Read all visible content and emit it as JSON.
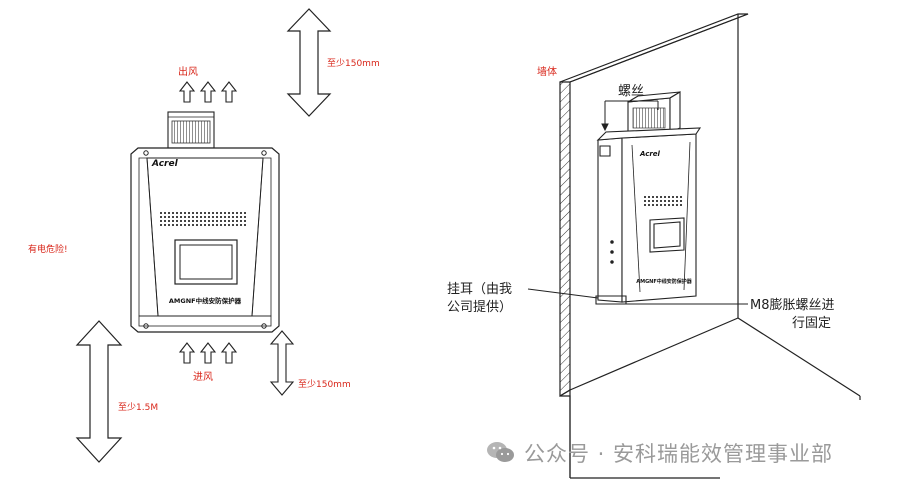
{
  "left": {
    "outlet_label": "出风",
    "inlet_label": "进风",
    "top_clearance": "至少150mm",
    "bottom_right_clearance": "至少150mm",
    "bottom_clearance": "至少1.5M",
    "danger_label": "有电危险!",
    "brand_logo": "Acrel",
    "device_name": "AMGNF中线安防保护器"
  },
  "right": {
    "wall_label": "墙体",
    "screw_label": "螺丝",
    "ear_label_line1": "挂耳（由我",
    "ear_label_line2": "公司提供）",
    "bolt_label_line1": "M8膨胀螺丝进",
    "bolt_label_line2": "行固定",
    "brand_logo": "Acrel",
    "device_name": "AMGNF中线安防保护器"
  },
  "watermark": {
    "text": "公众号 · 安科瑞能效管理事业部",
    "icon": "wechat-icon"
  },
  "colors": {
    "annotation": "#d9281c",
    "line": "#222222",
    "watermark": "#9a9a9a"
  }
}
